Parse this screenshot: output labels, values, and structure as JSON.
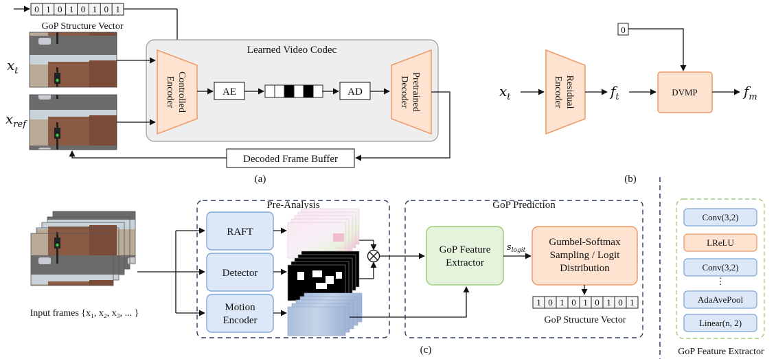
{
  "panel_a": {
    "bits": [
      "0",
      "1",
      "0",
      "1",
      "0",
      "1",
      "0",
      "1"
    ],
    "gop_vector_label": "GoP Structure Vector",
    "codec_title": "Learned Video Codec",
    "xt_label": "x",
    "xt_sub": "t",
    "xref_label": "x",
    "xref_sub": "ref",
    "encoder_label_1": "Controlled",
    "encoder_label_2": "Encoder",
    "ae_label": "AE",
    "ad_label": "AD",
    "decoder_label_1": "Pretrained",
    "decoder_label_2": "Decoder",
    "bitstream_pattern": [
      "white",
      "white",
      "black",
      "white",
      "black",
      "white"
    ],
    "buffer_label": "Decoded Frame Buffer",
    "caption": "(a)"
  },
  "panel_b": {
    "zero_bit": "0",
    "xt_label": "x",
    "xt_sub": "t",
    "encoder_label_1": "Residual",
    "encoder_label_2": "Encoder",
    "ft_label": "f",
    "ft_sub": "t",
    "dvmp_label": "DVMP",
    "fm_label": "f",
    "fm_sub": "m",
    "caption": "(b)"
  },
  "panel_c": {
    "input_label": "Input frames {x₁, x₂, x₃, ... }",
    "pre_analysis_title": "Pre-Analysis",
    "raft_label": "RAFT",
    "detector_label": "Detector",
    "motion_label_1": "Motion",
    "motion_label_2": "Encoder",
    "gop_prediction_title": "GoP Prediction",
    "feature_label_1": "GoP Feature",
    "feature_label_2": "Extractor",
    "slogit_label": "s",
    "slogit_sub": "logit",
    "gumbel_label_1": "Gumbel-Softmax",
    "gumbel_label_2": "Sampling / Logit",
    "gumbel_label_3": "Distribution",
    "bits": [
      "1",
      "0",
      "1",
      "0",
      "1",
      "0",
      "1",
      "0",
      "1"
    ],
    "gop_vector_label": "GoP Structure Vector",
    "caption": "(c)"
  },
  "extractor_panel": {
    "layers": [
      "Conv(3,2)",
      "LReLU",
      "Conv(3,2)",
      "⋮",
      "AdaAvePool",
      "Linear(n, 2)"
    ],
    "caption": "GoP Feature Extractor"
  },
  "colors": {
    "orange_fill": "#fde3d0",
    "orange_stroke": "#ee9a68",
    "blue_fill": "#dce8f7",
    "blue_stroke": "#7fa7d8",
    "green_fill": "#e5f3dc",
    "green_stroke": "#9ccc7d",
    "codec_bg": "#eeeeee",
    "dashed_navy": "#2d3b5e"
  },
  "icons": [
    "multiply-icon",
    "street-frame-image",
    "optical-flow-image",
    "detection-mask-image",
    "motion-feature-image"
  ]
}
